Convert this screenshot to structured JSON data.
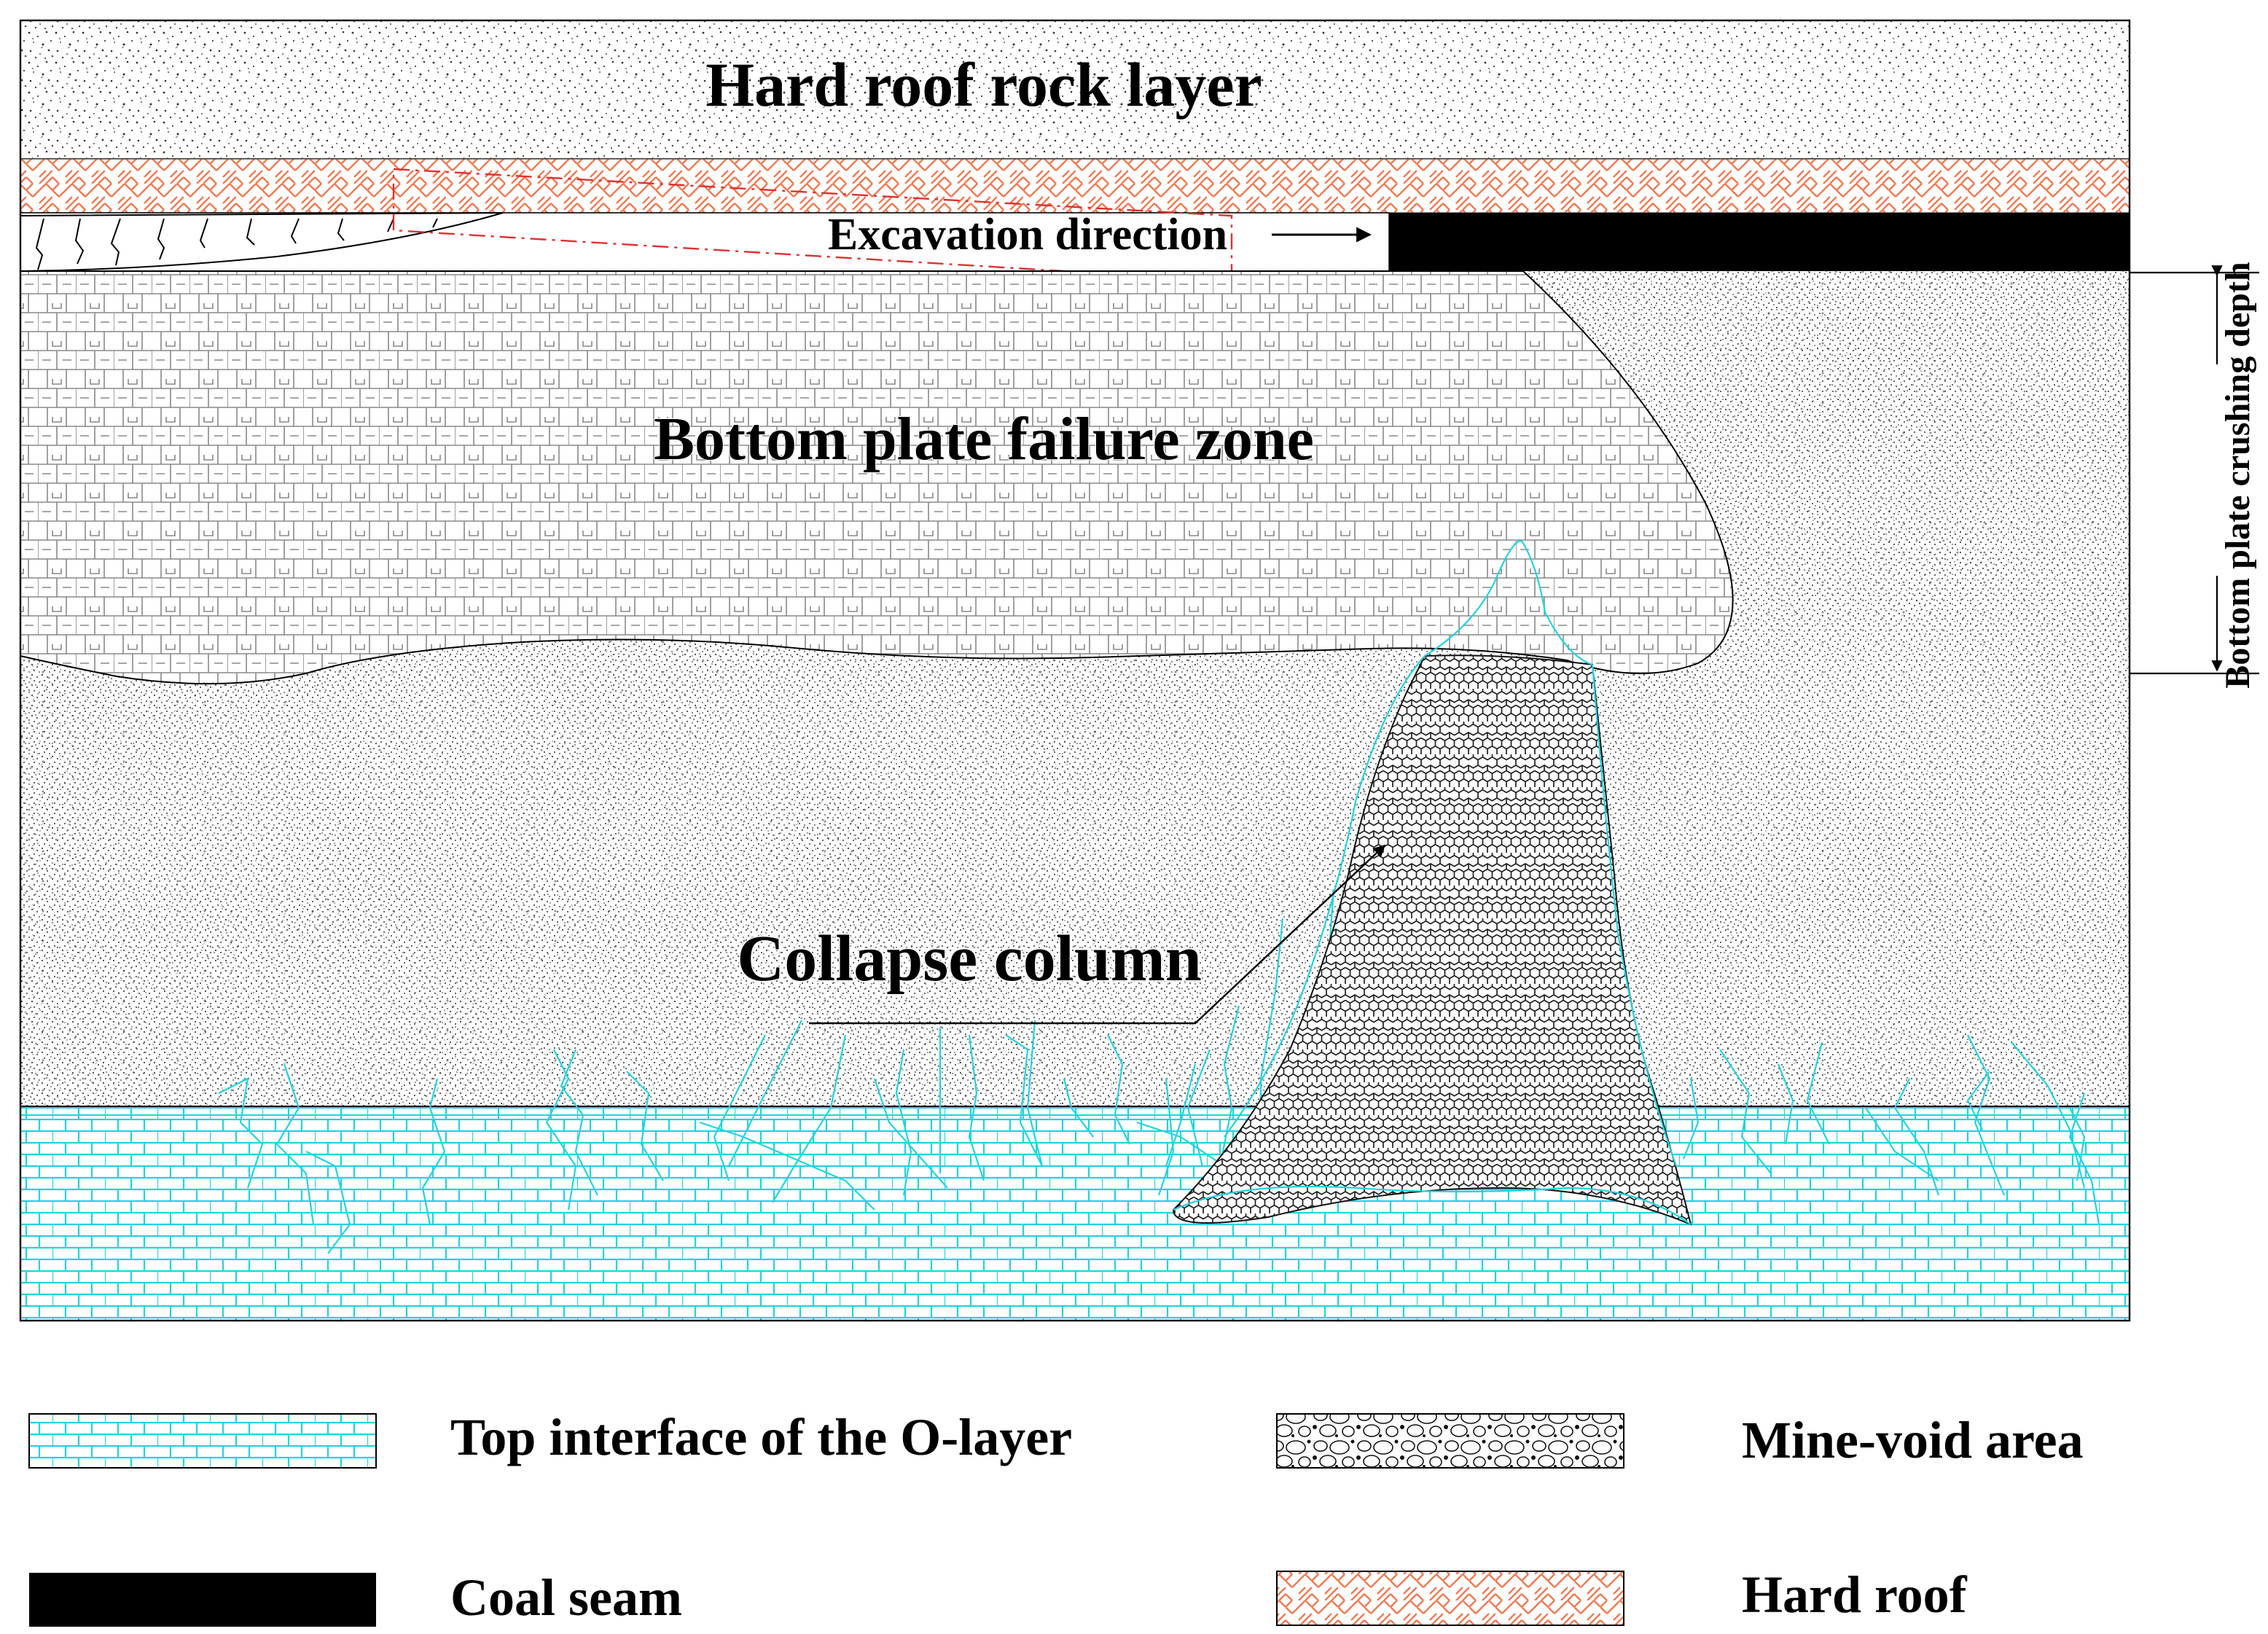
{
  "labels": {
    "hard_roof_rock_layer": "Hard roof rock layer",
    "excavation_direction": "Excavation direction",
    "bottom_plate_failure_zone": "Bottom plate failure zone",
    "collapse_column": "Collapse column",
    "bottom_plate_crushing_depth": "Bottom plate crushing depth"
  },
  "legend": [
    {
      "id": "o-layer",
      "label": "Top interface of the O-layer"
    },
    {
      "id": "mine-void",
      "label": "Mine-void area"
    },
    {
      "id": "coal-seam",
      "label": "Coal seam"
    },
    {
      "id": "hard-roof",
      "label": "Hard roof"
    }
  ],
  "colors": {
    "o_layer": "#22d3e0",
    "hard_roof": "#f07a52",
    "coal": "#000000",
    "goaf_outline": "#e03030",
    "stipple": "#333333"
  }
}
